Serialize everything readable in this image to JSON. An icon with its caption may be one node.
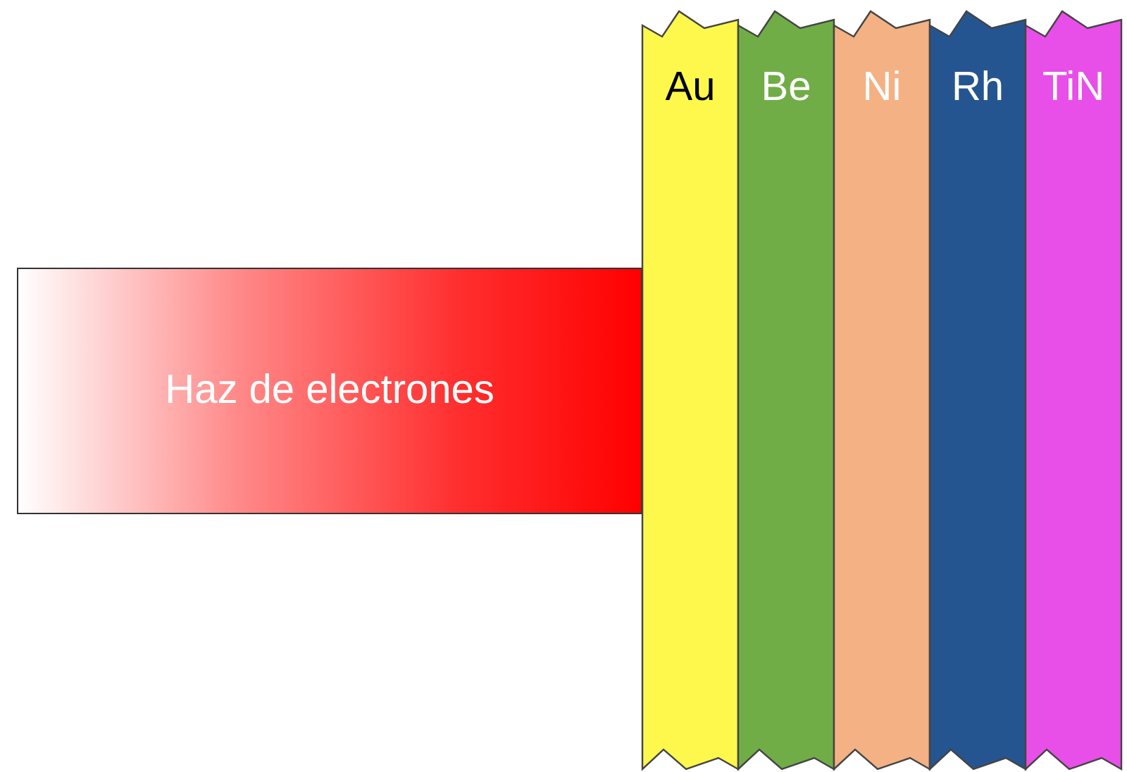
{
  "diagram": {
    "nodes": [
      {
        "text": [
          "Haz de electrones"
        ]
      },
      {
        "text": [
          "Au"
        ]
      },
      {
        "text": [
          "Be"
        ]
      },
      {
        "text": [
          "Ni"
        ]
      },
      {
        "text": [
          "Rh"
        ]
      },
      {
        "text": [
          "TiN"
        ]
      }
    ]
  }
}
